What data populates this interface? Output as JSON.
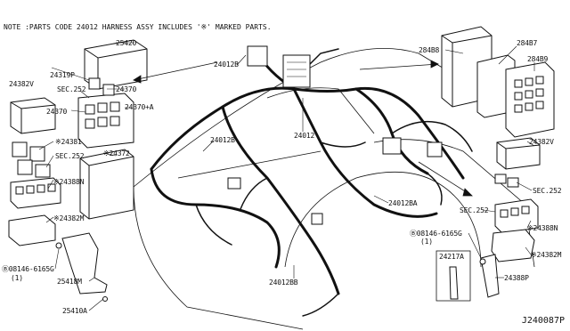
{
  "note": "NOTE :PARTS CODE 24012 HARNESS ASSY INCLUDES '※' MARKED PARTS.",
  "diagram_code": "J240087P",
  "labels": {
    "p25420": "25420",
    "p24319P": "24319P",
    "sec252_a": "SEC.252",
    "p24370_a": "24370",
    "p24382V_l": "24382V",
    "p24370": "24370",
    "p24370A": "24370+A",
    "p24381": "※24381",
    "sec252_b": "SEC.252",
    "p24372": "※24372",
    "p24388N_l": "※24388N",
    "p24382M_l": "※24382M",
    "bolt_l": "Ⓑ08146-6165G",
    "bolt_l_qty": "(1)",
    "p25418M": "25418M",
    "p25410A": "25410A",
    "p24012B_top": "24012B",
    "p24012B_mid": "24012B",
    "p24012": "24012",
    "p24012BA": "24012BA",
    "p24012BB": "24012BB",
    "p284B8": "284B8",
    "p284B7": "284B7",
    "p284B9": "284B9",
    "p24382V_r": "24382V",
    "sec252_r1": "SEC.252",
    "sec252_r2": "SEC.252",
    "p24388N_r": "※24388N",
    "bolt_r": "Ⓑ08146-6165G",
    "bolt_r_qty": "(1)",
    "p24382M_r": "※24382M",
    "p24217A": "24217A",
    "p24388P": "24388P"
  }
}
